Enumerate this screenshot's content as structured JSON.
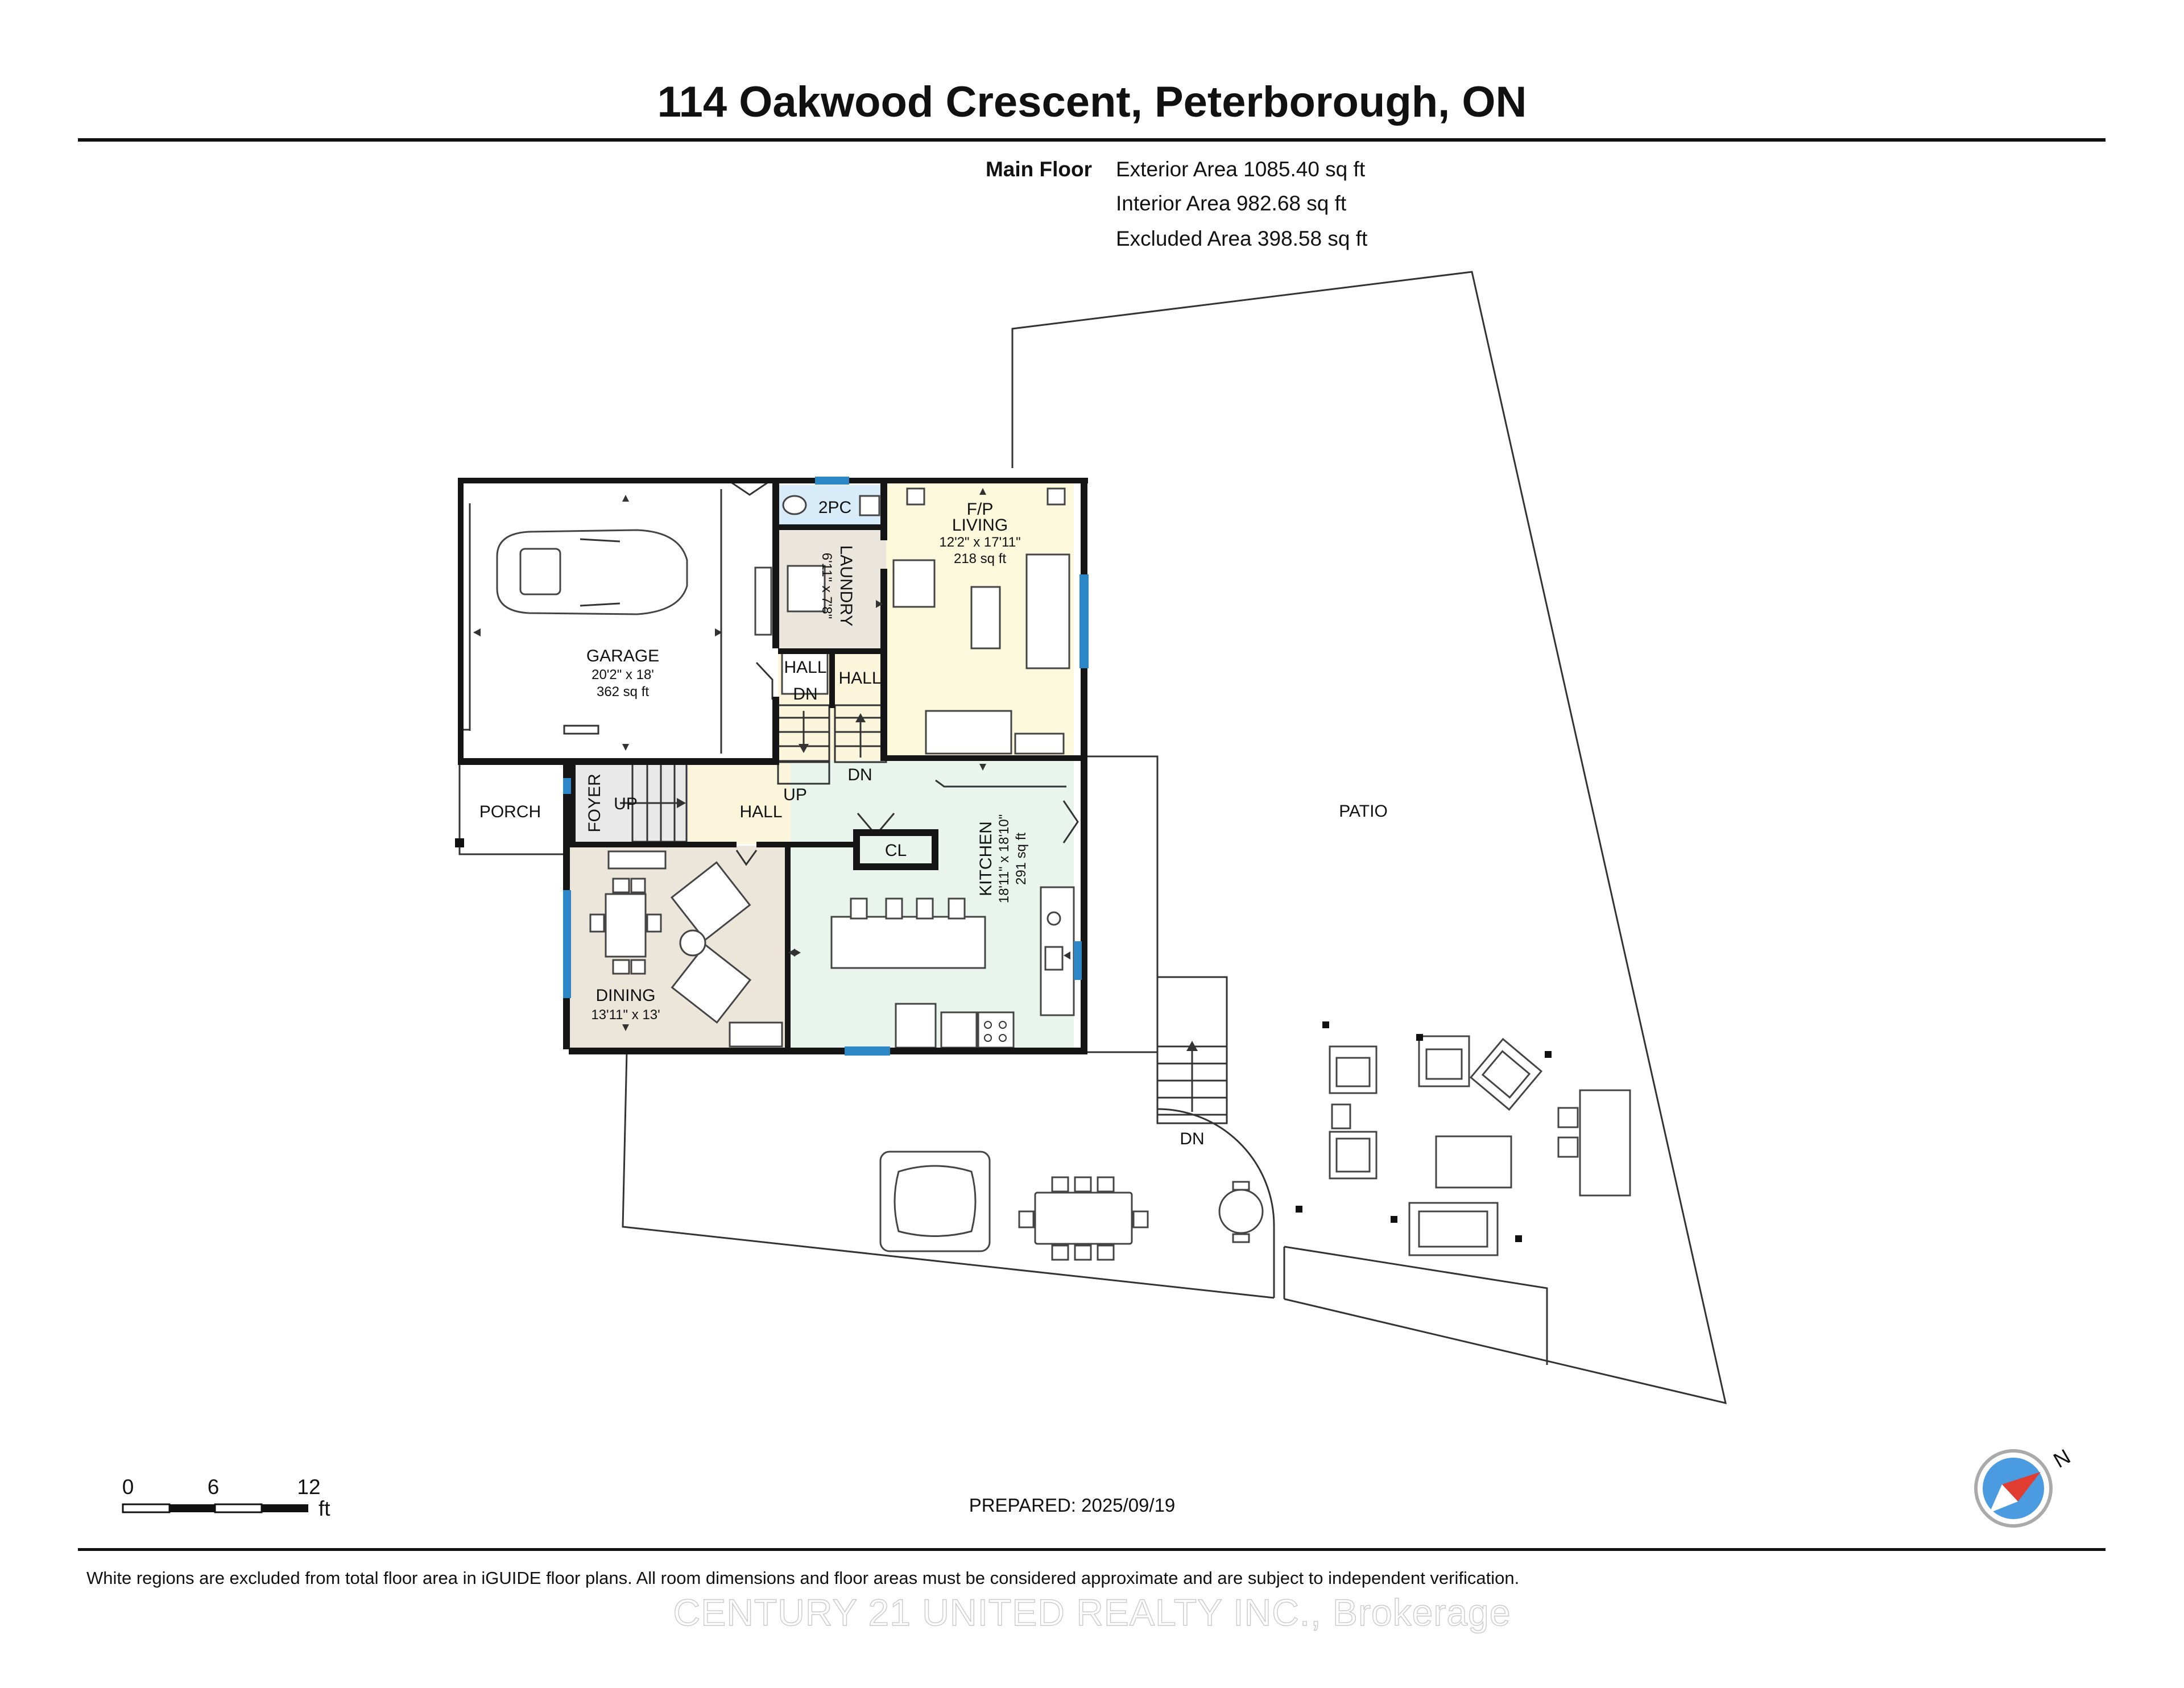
{
  "title": "114 Oakwood Crescent, Peterborough, ON",
  "floor": {
    "label": "Main Floor",
    "exterior_area": "Exterior Area 1085.40 sq ft",
    "interior_area": "Interior Area 982.68 sq ft",
    "excluded_area": "Excluded Area 398.58 sq ft"
  },
  "rooms": {
    "garage": {
      "name": "GARAGE",
      "dims": "20'2\" x 18'",
      "area": "362 sq ft"
    },
    "living": {
      "fp": "F/P",
      "name": "LIVING",
      "dims": "12'2\" x 17'11\"",
      "area": "218 sq ft"
    },
    "laundry": {
      "name": "LAUNDRY",
      "dims": "6'11\" x 7'8\""
    },
    "twopc": "2PC",
    "hall_small": "HALL",
    "hall_right": "HALL",
    "hall_main": "HALL",
    "kitchen": {
      "name": "KITCHEN",
      "dims": "18'11\" x 18'10\"",
      "area": "291 sq ft"
    },
    "dining": {
      "name": "DINING",
      "dims": "13'11\" x 13'"
    },
    "porch": "PORCH",
    "foyer": "FOYER",
    "closet": "CL",
    "patio": "PATIO"
  },
  "stairs": {
    "dn_small": "DN",
    "dn_mid": "DN",
    "up_mid": "UP",
    "up_foyer": "UP",
    "dn_patio": "DN"
  },
  "scale": {
    "t0": "0",
    "t6": "6",
    "t12": "12",
    "unit": "ft"
  },
  "prepared": "PREPARED: 2025/09/19",
  "compass_label": "N",
  "footer_note": "White regions are excluded from total floor area in iGUIDE floor plans. All room dimensions and floor areas must be considered approximate and are subject to independent verification.",
  "watermark": "CENTURY 21 UNITED REALTY INC., Brokerage",
  "colors": {
    "garage": "#ffffff",
    "living": "#fbf8dc",
    "laundry": "#ebe6dd",
    "twopc": "#d7ebf8",
    "hall": "#fbf5dc",
    "foyer": "#e9e9e9",
    "kitchen": "#e8f4ec",
    "dining": "#ebe5da",
    "window": "#2d86c6",
    "wall": "#151515"
  }
}
